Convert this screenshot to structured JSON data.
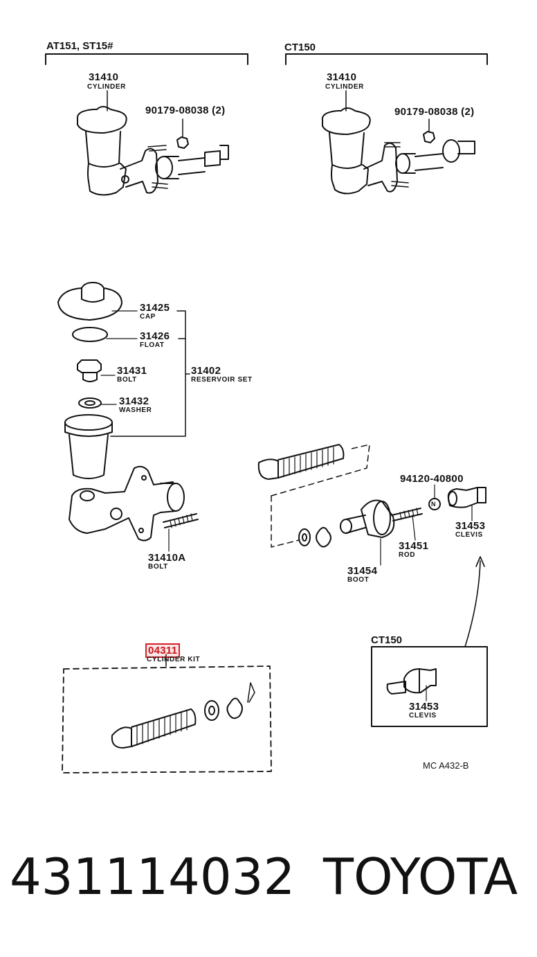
{
  "sections": {
    "left_header": "AT151, ST15#",
    "right_header": "CT150",
    "inset_header": "CT150"
  },
  "parts": {
    "cyl_left_num": "31410",
    "cyl_left_name": "CYLINDER",
    "nut_left_num": "90179-08038 (2)",
    "cyl_right_num": "31410",
    "cyl_right_name": "CYLINDER",
    "nut_right_num": "90179-08038 (2)",
    "cap_num": "31425",
    "cap_name": "CAP",
    "float_num": "31426",
    "float_name": "FLOAT",
    "bolt_num": "31431",
    "bolt_name": "BOLT",
    "reservoir_num": "31402",
    "reservoir_name": "RESERVOIR SET",
    "washer_num": "31432",
    "washer_name": "WASHER",
    "bolt_a_num": "31410A",
    "bolt_a_name": "BOLT",
    "kit_num": "04311",
    "kit_name": "CYLINDER KIT",
    "nut_n_num": "94120-40800",
    "clevis_num": "31453",
    "clevis_name": "CLEVIS",
    "rod_num": "31451",
    "rod_name": "ROD",
    "boot_num": "31454",
    "boot_name": "BOOT",
    "inset_clevis_num": "31453",
    "inset_clevis_name": "CLEVIS",
    "nut_symbol": "N"
  },
  "diagram_code": "MC A432-B",
  "footer": {
    "part_number": "431114032",
    "brand": "TOYOTA"
  },
  "colors": {
    "line": "#111111",
    "highlight": "#d61f26"
  }
}
